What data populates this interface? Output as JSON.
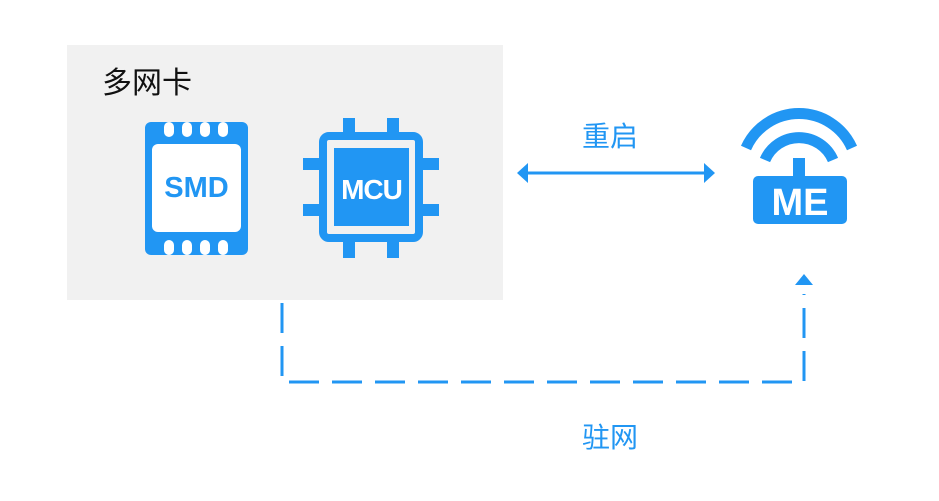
{
  "colors": {
    "accent": "#2196f3",
    "panel_bg": "#f1f1f1",
    "title_text": "#111111"
  },
  "group": {
    "title": "多网卡",
    "components": [
      {
        "id": "smd",
        "label": "SMD",
        "icon": "smd-chip-icon"
      },
      {
        "id": "mcu",
        "label": "MCU",
        "icon": "mcu-chip-icon"
      }
    ]
  },
  "device": {
    "label": "ME",
    "icon": "me-wireless-module-icon"
  },
  "connections": [
    {
      "id": "restart",
      "label": "重启",
      "style": "solid",
      "direction": "bidirectional"
    },
    {
      "id": "camp",
      "label": "驻网",
      "style": "dashed",
      "direction": "to-device"
    }
  ]
}
